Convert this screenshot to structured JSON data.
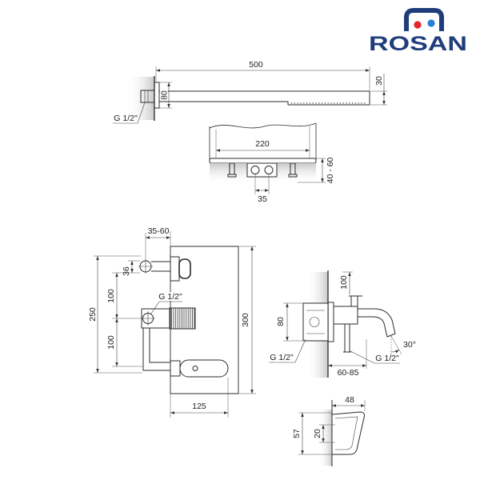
{
  "logo": {
    "wordmark": "ROSAN",
    "colors": {
      "navy": "#1f3d7a",
      "red": "#e3262b",
      "blue": "#2b7fd6"
    }
  },
  "shower_arm": {
    "arm_length": "500",
    "flange_size": "80",
    "head_thickness": "30",
    "thread": "G 1/2\""
  },
  "ceiling_mount": {
    "plate_span": "220",
    "projection": "40 - 60",
    "inlet_spacing": "35"
  },
  "concealed_mixer": {
    "diverter_offset": "35-60",
    "diverter_size": "36",
    "upper_spacing": "100",
    "lower_spacing": "100",
    "outlet_span": "250",
    "plate_span": "300",
    "holder_span": "125",
    "thread": "G 1/2\""
  },
  "bath_spout_side": {
    "fitting_span": "80",
    "lever_rise": "100",
    "thread_inlet": "G 1/2\"",
    "thread_outlet": "G 1/2\"",
    "projection": "60-85",
    "outlet_angle": "30°"
  },
  "spout_profile": {
    "reach": "48",
    "overall": "57",
    "outlet": "20"
  },
  "colors": {
    "line": "#2b2b2b",
    "dimension": "#444444",
    "background": "#ffffff",
    "shading": "#c8c8c8"
  }
}
